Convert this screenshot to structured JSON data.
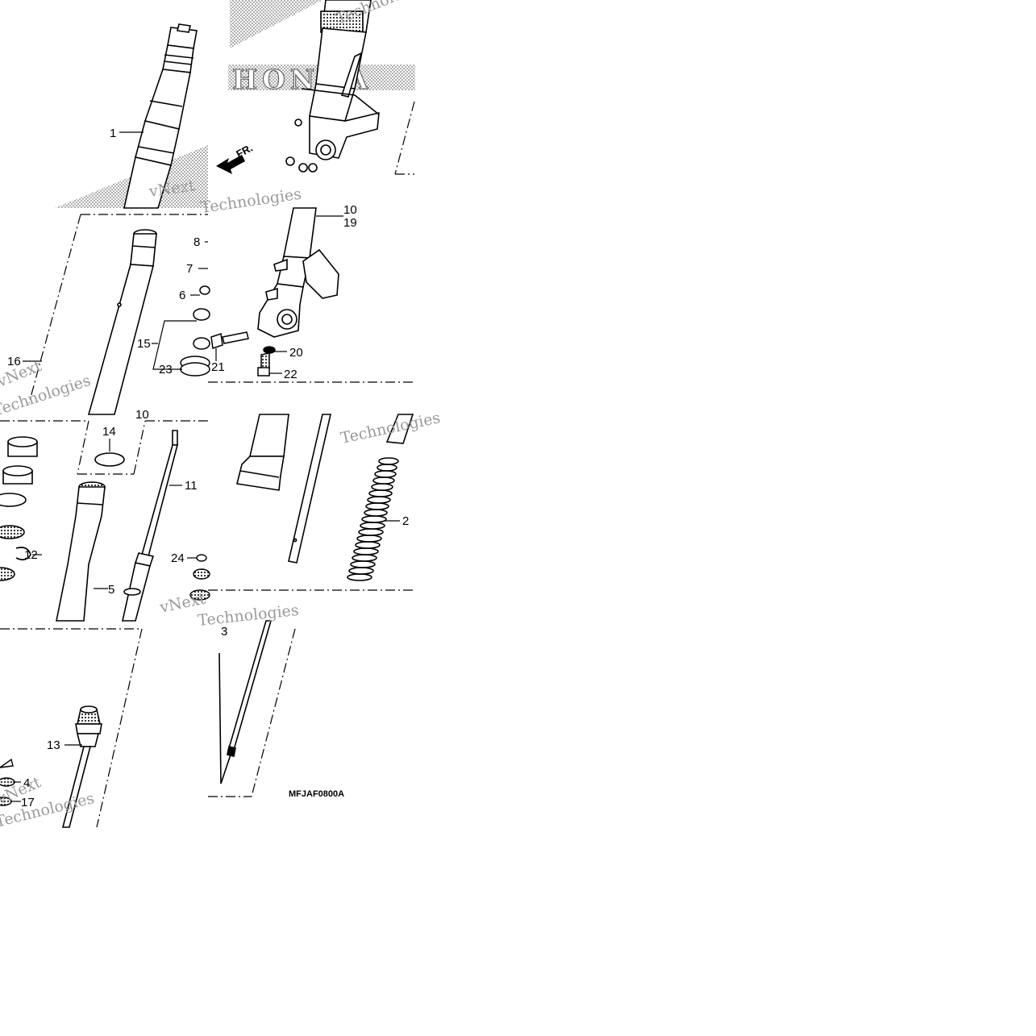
{
  "diagram": {
    "brand_text": "HONDA",
    "front_indicator": "FR.",
    "diagram_code": "MFJAF0800A",
    "watermark_lines": [
      "vNext",
      "Technologies"
    ],
    "callouts": [
      "1",
      "2",
      "3",
      "4",
      "5",
      "6",
      "7",
      "8",
      "10",
      "11",
      "12",
      "13",
      "14",
      "15",
      "16",
      "17",
      "19",
      "20",
      "21",
      "22",
      "23",
      "24"
    ],
    "colors": {
      "line": "#000000",
      "watermark": "#9a9a9a",
      "background": "#ffffff"
    }
  }
}
